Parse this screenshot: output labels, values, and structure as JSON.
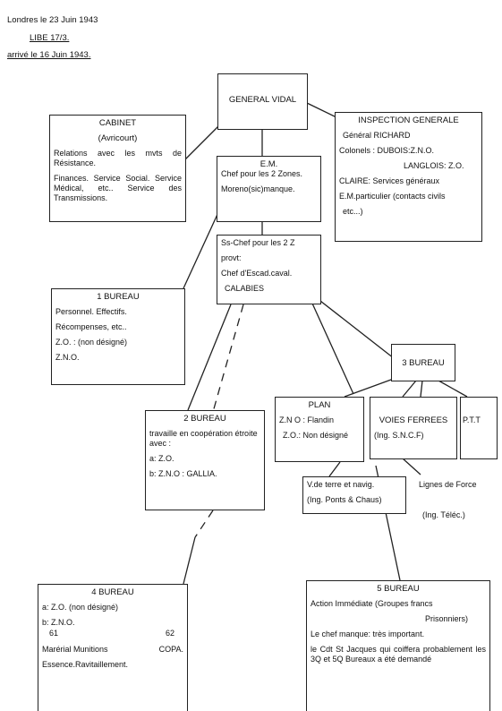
{
  "header": {
    "line1": "Londres le 23 Juin 1943",
    "line2": "LIBE 17/3.",
    "line3": "arrivé le 16 Juin 1943."
  },
  "general": {
    "title": "GENERAL VIDAL"
  },
  "cabinet": {
    "title": "CABINET",
    "sub": "(Avricourt)",
    "l1": "Relations avec les mvts de Résistance.",
    "l2": "Finances. Service Social. Service Médical, etc.. Service des Transmissions."
  },
  "inspection": {
    "title": "INSPECTION GENERALE",
    "l1": "Général RICHARD",
    "l2": "Colonels : DUBOIS:Z.N.O.",
    "l3": "LANGLOIS: Z.O.",
    "l4": "CLAIRE: Services généraux",
    "l5": "E.M.particulier (contacts civils",
    "l6": "etc...)"
  },
  "em": {
    "title": "E.M.",
    "l1": "Chef pour les 2 Zones.",
    "l2": "Moreno(sic)manque."
  },
  "souschef": {
    "l1": "Ss-Chef pour les 2 Z",
    "l2": "provt:",
    "l3": "Chef d'Escad.caval.",
    "l4": "CALABIES"
  },
  "bureau1": {
    "title": "1 BUREAU",
    "l1": "Personnel. Effectifs.",
    "l2": "Récompenses, etc..",
    "l3": "Z.O. : (non désigné)",
    "l4": "Z.N.O."
  },
  "bureau2": {
    "title": "2 BUREAU",
    "l1": "travaille en coopération étroite avec :",
    "l2": "a: Z.O.",
    "l3": "b: Z.N.O : GALLIA."
  },
  "bureau3": {
    "title": "3 BUREAU"
  },
  "plan": {
    "title": "PLAN",
    "l1": "Z.N O : Flandin",
    "l2": "Z.O.: Non désigné"
  },
  "voies": {
    "title": "VOIES FERREES",
    "l1": "(Ing. S.N.C.F)"
  },
  "ptt": {
    "title": "P.T.T"
  },
  "vterre": {
    "l1": "V.de terre et navig.",
    "l2": "(Ing. Ponts & Chaus)"
  },
  "lignes": {
    "l1": "Lignes de Force",
    "l2": "(Ing. Téléc.)"
  },
  "bureau4": {
    "title": "4 BUREAU",
    "l1": "a: Z.O. (non désigné)",
    "l2": "b: Z.N.O.",
    "c1": "61",
    "c2": "62",
    "l3a": "Marérial Munitions",
    "l3b": "COPA.",
    "l4": "Essence.Ravitaillement."
  },
  "bureau5": {
    "title": "5 BUREAU",
    "l1": "Action Immédiate (Groupes francs",
    "l2": "Prisonniers)",
    "l3": "Le chef manque: très important.",
    "l4": "le Cdt St Jacques qui coiffera probablement les 3Q et 5Q Bureaux a été demandé"
  }
}
